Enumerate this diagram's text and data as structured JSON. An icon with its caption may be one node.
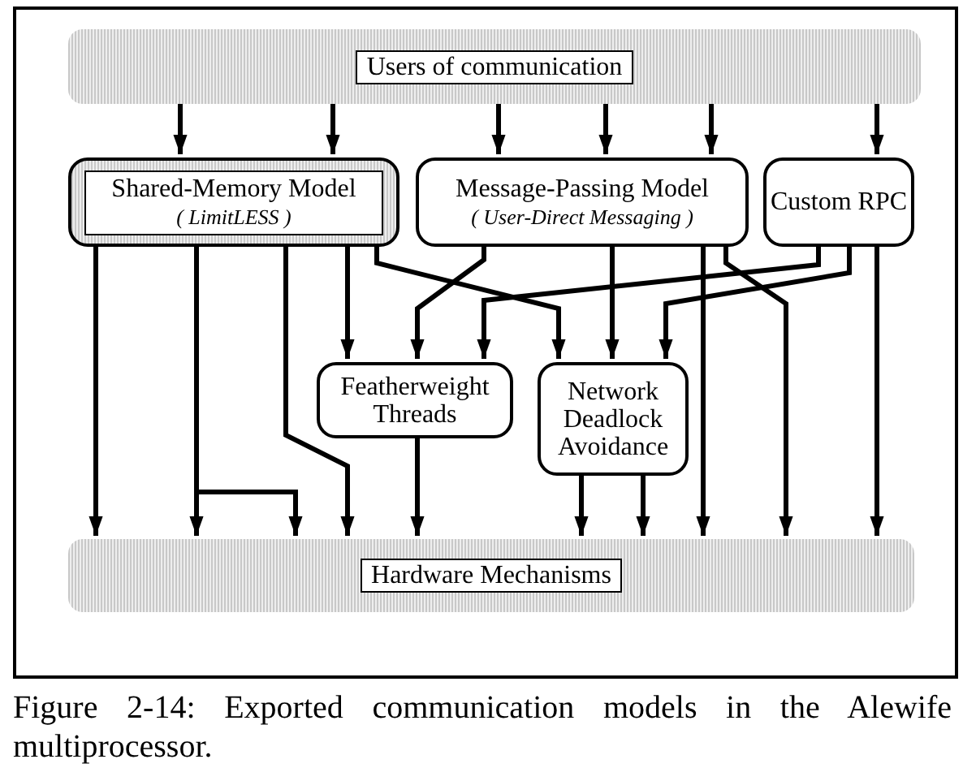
{
  "diagram": {
    "caption": "Figure 2-14: Exported communication models in the Alewife multiprocessor.",
    "nodes": [
      {
        "text": [
          "Users of communication"
        ]
      },
      {
        "text": [
          "Shared-Memory Model",
          "( LimitLESS )"
        ]
      },
      {
        "text": [
          "Message-Passing Model",
          "( User-Direct Messaging )"
        ]
      },
      {
        "text": [
          "Custom RPC"
        ]
      },
      {
        "text": [
          "Featherweight Threads"
        ]
      },
      {
        "text": [
          "Network Deadlock Avoidance"
        ]
      },
      {
        "text": [
          "Hardware Mechanisms"
        ]
      }
    ],
    "edges": [
      {
        "from": 0,
        "to": 1,
        "arrow": "to"
      },
      {
        "from": 0,
        "to": 1,
        "arrow": "to"
      },
      {
        "from": 0,
        "to": 2,
        "arrow": "to"
      },
      {
        "from": 0,
        "to": 2,
        "arrow": "to"
      },
      {
        "from": 0,
        "to": 2,
        "arrow": "to"
      },
      {
        "from": 0,
        "to": 3,
        "arrow": "to"
      },
      {
        "from": 1,
        "to": 6,
        "arrow": "to"
      },
      {
        "from": 1,
        "to": 6,
        "arrow": "to"
      },
      {
        "from": 1,
        "to": 6,
        "arrow": "to"
      },
      {
        "from": 1,
        "to": 6,
        "arrow": "to"
      },
      {
        "from": 1,
        "to": 4,
        "arrow": "to"
      },
      {
        "from": 1,
        "to": 5,
        "arrow": "to"
      },
      {
        "from": 2,
        "to": 4,
        "arrow": "to"
      },
      {
        "from": 2,
        "to": 5,
        "arrow": "to"
      },
      {
        "from": 2,
        "to": 6,
        "arrow": "to"
      },
      {
        "from": 2,
        "to": 6,
        "arrow": "to"
      },
      {
        "from": 3,
        "to": 4,
        "arrow": "to"
      },
      {
        "from": 3,
        "to": 5,
        "arrow": "to"
      },
      {
        "from": 3,
        "to": 6,
        "arrow": "to"
      },
      {
        "from": 4,
        "to": 6,
        "arrow": "to"
      },
      {
        "from": 5,
        "to": 6,
        "arrow": "to"
      },
      {
        "from": 5,
        "to": 6,
        "arrow": "to"
      }
    ]
  }
}
